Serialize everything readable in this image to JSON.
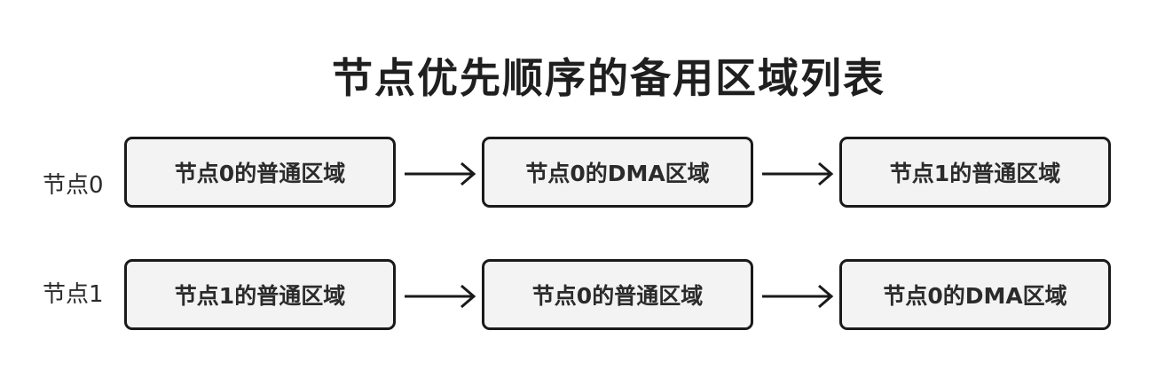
{
  "title": "节点优先顺序的备用区域列表",
  "rows": [
    {
      "label": "节点0",
      "zones": [
        "节点0的普通区域",
        "节点0的DMA区域",
        "节点1的普通区域"
      ]
    },
    {
      "label": "节点1",
      "zones": [
        "节点1的普通区域",
        "节点0的普通区域",
        "节点0的DMA区域"
      ]
    }
  ],
  "colors": {
    "box_fill": "#f3f3f3",
    "box_border": "#1a1a1a",
    "arrow": "#1a1a1a"
  },
  "icons": [
    "right-arrow-icon"
  ]
}
